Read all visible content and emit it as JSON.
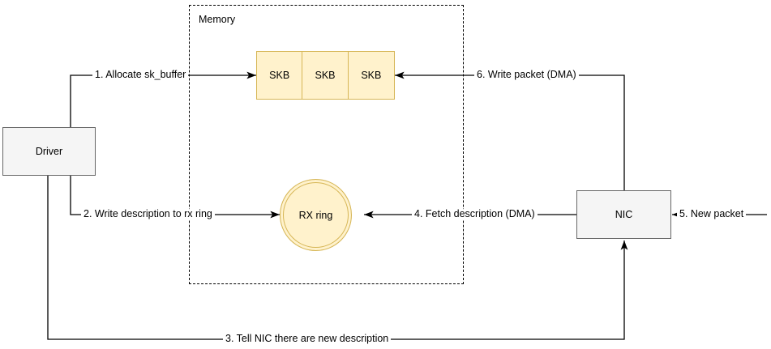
{
  "diagram": {
    "title_zone": "Memory",
    "nodes": {
      "driver": "Driver",
      "nic": "NIC",
      "rx_ring": "RX ring",
      "skb_cells": [
        "SKB",
        "SKB",
        "SKB"
      ]
    },
    "edges": [
      {
        "id": "e1",
        "label": "1. Allocate sk_buffer"
      },
      {
        "id": "e2",
        "label": "2. Write description to rx ring"
      },
      {
        "id": "e3",
        "label": "3. Tell NIC there are new description"
      },
      {
        "id": "e4",
        "label": "4. Fetch description (DMA)"
      },
      {
        "id": "e5",
        "label": "5. New packet"
      },
      {
        "id": "e6",
        "label": "6. Write packet (DMA)"
      }
    ],
    "colors": {
      "buffer_fill": "#fff2cc",
      "buffer_stroke": "#d6b656",
      "node_fill": "#f5f5f5",
      "node_stroke": "#666666",
      "line": "#000000"
    }
  }
}
